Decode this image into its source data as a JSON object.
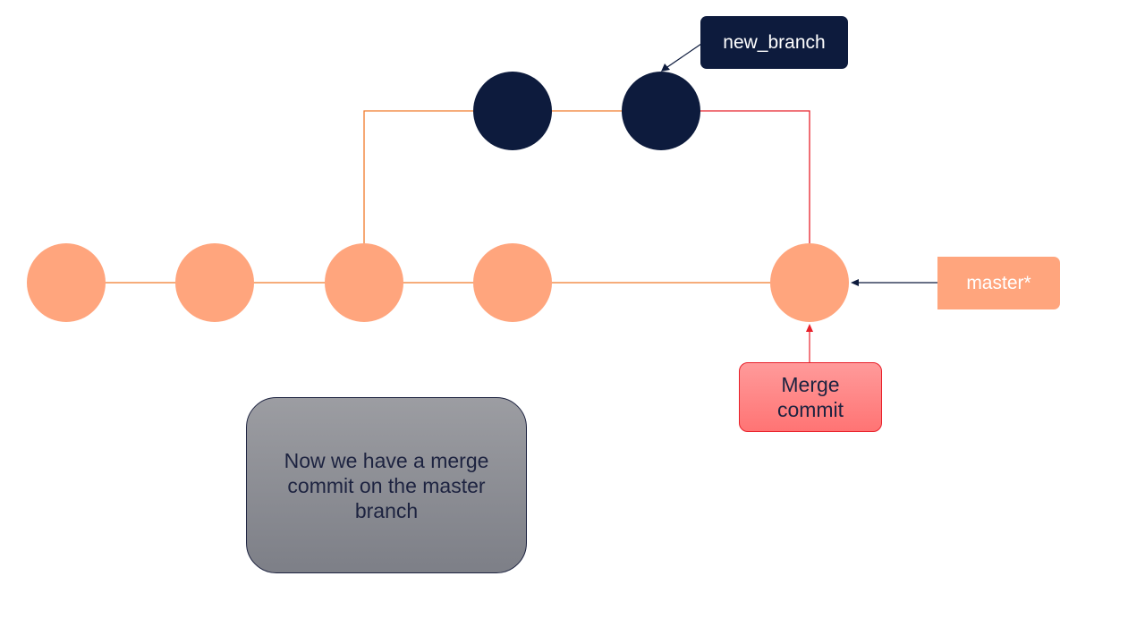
{
  "labels": {
    "new_branch": "new_branch",
    "master": "master*",
    "merge_commit": "Merge commit",
    "explanation": "Now we have a merge commit on the master branch"
  },
  "colors": {
    "master_commit": "#ffa57d",
    "branch_commit": "#0d1b3d",
    "master_line": "#f07a2a",
    "merge_line": "#e8202a",
    "merge_note_fill": "#ff8a8a",
    "note_fill": "#8a8c93",
    "text_dark": "#1d2340"
  }
}
